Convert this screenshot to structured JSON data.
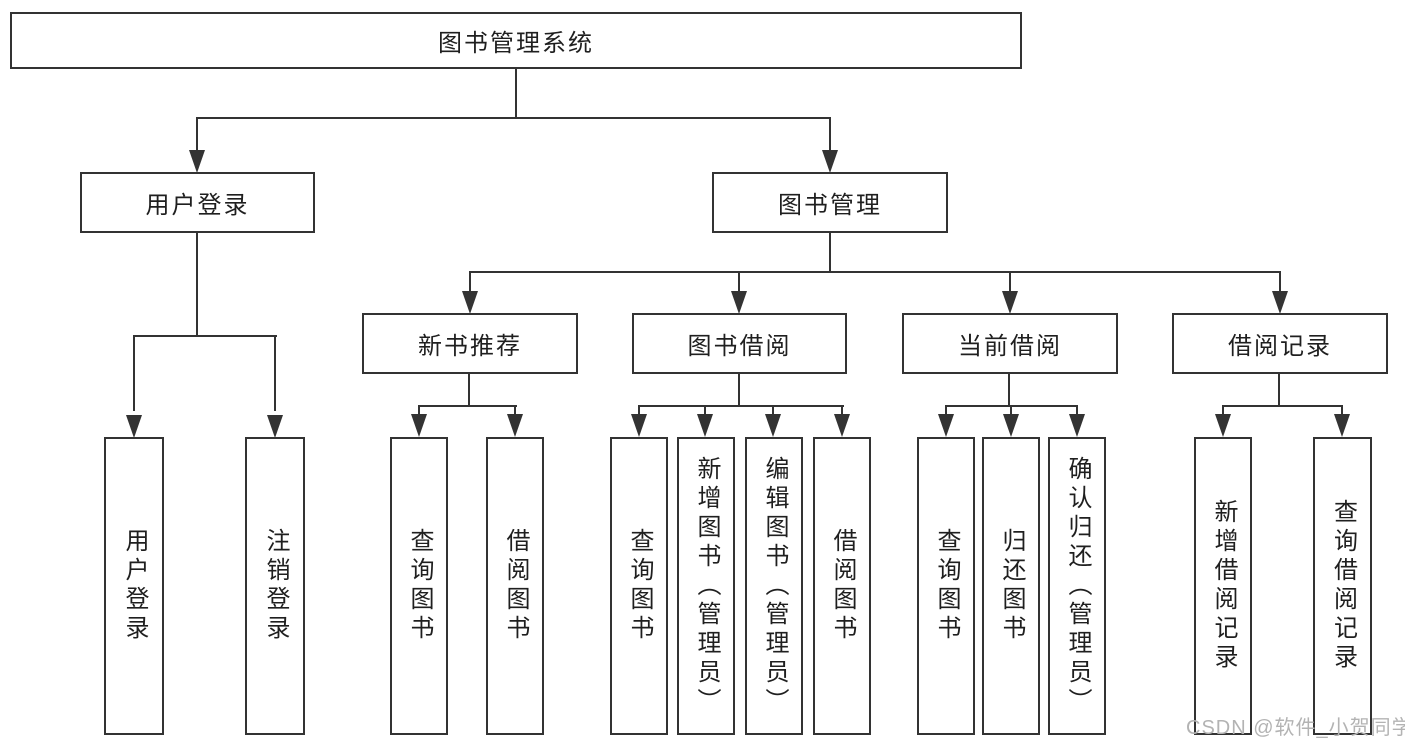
{
  "colors": {
    "line": "#333333",
    "box_border": "#333333",
    "text": "#1f1f1f",
    "background": "#ffffff",
    "watermark": "#b3b3b3"
  },
  "watermark": {
    "text": "CSDN @软件_小贺同学"
  },
  "tree": {
    "root": "图书管理系统",
    "children": [
      {
        "label": "用户登录",
        "children": [
          {
            "label": "用户登录"
          },
          {
            "label": "注销登录"
          }
        ]
      },
      {
        "label": "图书管理",
        "children": [
          {
            "label": "新书推荐",
            "children": [
              {
                "label": "查询图书"
              },
              {
                "label": "借阅图书"
              }
            ]
          },
          {
            "label": "图书借阅",
            "children": [
              {
                "label": "查询图书"
              },
              {
                "label": "新增图书（管理员）"
              },
              {
                "label": "编辑图书（管理员）"
              },
              {
                "label": "借阅图书"
              }
            ]
          },
          {
            "label": "当前借阅",
            "children": [
              {
                "label": "查询图书"
              },
              {
                "label": "归还图书"
              },
              {
                "label": "确认归还（管理员）"
              }
            ]
          },
          {
            "label": "借阅记录",
            "children": [
              {
                "label": "新增借阅记录"
              },
              {
                "label": "查询借阅记录"
              }
            ]
          }
        ]
      }
    ]
  }
}
